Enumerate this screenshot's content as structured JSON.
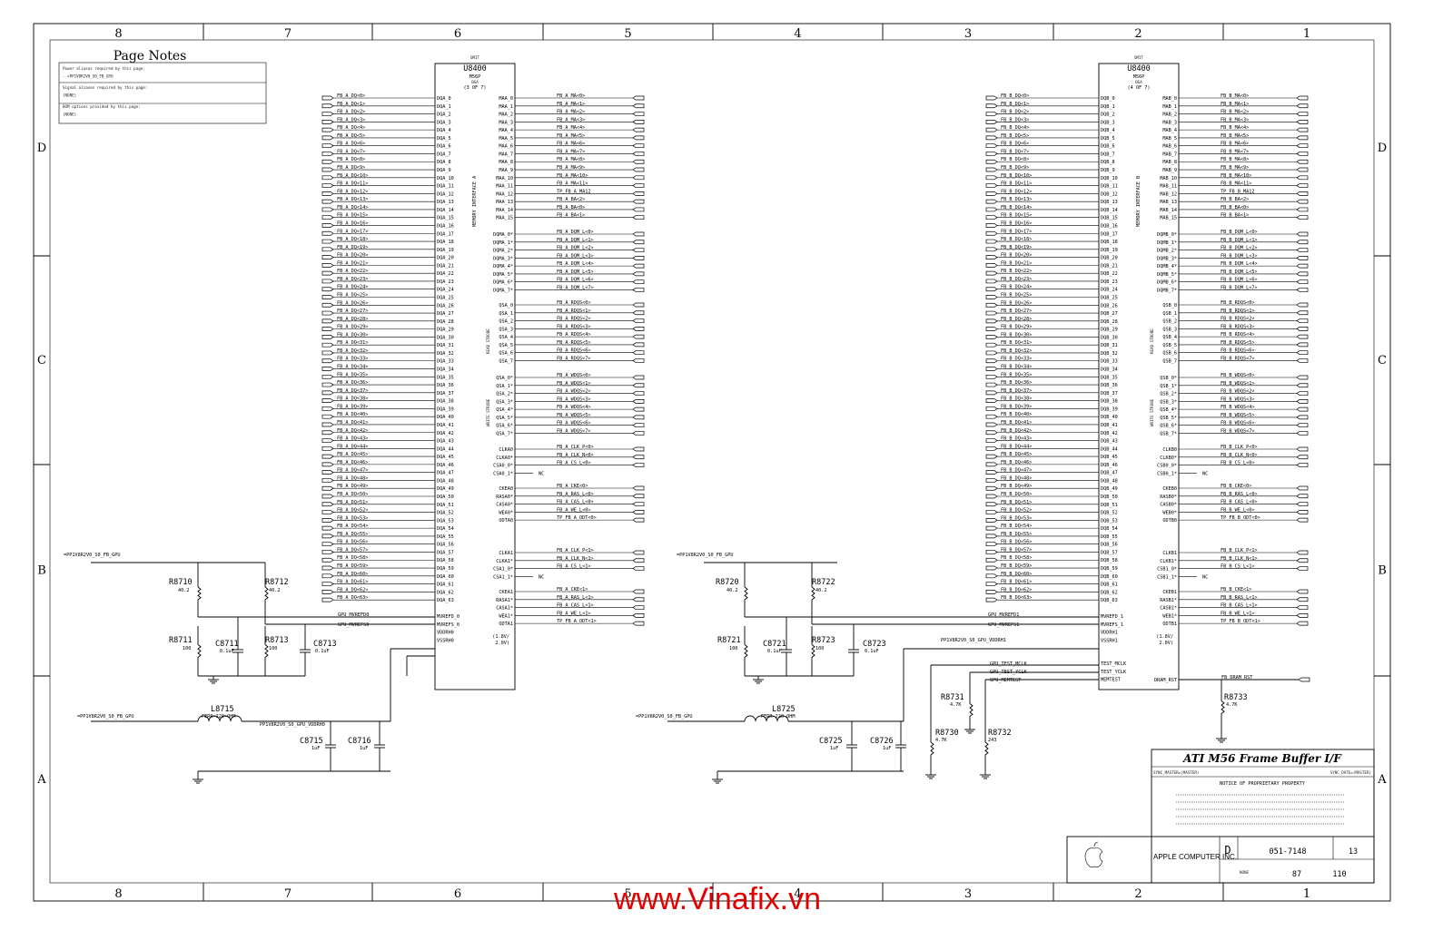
{
  "zones": {
    "columns": [
      "8",
      "7",
      "6",
      "5",
      "4",
      "3",
      "2",
      "1"
    ],
    "rows": [
      "D",
      "C",
      "B",
      "A"
    ]
  },
  "page_notes": {
    "title": "Page Notes",
    "lines": [
      "Power aliases required by this page:",
      "- =PP1V8R2V0_S0_FB_GPU",
      "Signal aliases required by this page:",
      "(NONE)",
      "BOM options provided by this page:",
      "(NONE)"
    ]
  },
  "chip_a": {
    "omit": "OMIT",
    "ref": "U8400",
    "part": "M56P",
    "pkg": "BGA",
    "unit": "(3 OF 7)",
    "side_label": "MEMORY INTERFACE A",
    "read_strobe": "READ STROBE",
    "write_strobe": "WRITE STROBE",
    "dq_pins": [
      "DQA_0",
      "DQA_1",
      "DQA_2",
      "DQA_3",
      "DQA_4",
      "DQA_5",
      "DQA_6",
      "DQA_7",
      "DQA_8",
      "DQA_9",
      "DQA_10",
      "DQA_11",
      "DQA_12",
      "DQA_13",
      "DQA_14",
      "DQA_15",
      "DQA_16",
      "DQA_17",
      "DQA_18",
      "DQA_19",
      "DQA_20",
      "DQA_21",
      "DQA_22",
      "DQA_23",
      "DQA_24",
      "DQA_25",
      "DQA_26",
      "DQA_27",
      "DQA_28",
      "DQA_29",
      "DQA_30",
      "DQA_31",
      "DQA_32",
      "DQA_33",
      "DQA_34",
      "DQA_35",
      "DQA_36",
      "DQA_37",
      "DQA_38",
      "DQA_39",
      "DQA_40",
      "DQA_41",
      "DQA_42",
      "DQA_43",
      "DQA_44",
      "DQA_45",
      "DQA_46",
      "DQA_47",
      "DQA_48",
      "DQA_49",
      "DQA_50",
      "DQA_51",
      "DQA_52",
      "DQA_53",
      "DQA_54",
      "DQA_55",
      "DQA_56",
      "DQA_57",
      "DQA_58",
      "DQA_59",
      "DQA_60",
      "DQA_61",
      "DQA_62",
      "DQA_63"
    ],
    "dq_nets": [
      "FB_A_DQ<0>",
      "FB_A_DQ<1>",
      "FB_A_DQ<2>",
      "FB_A_DQ<3>",
      "FB_A_DQ<4>",
      "FB_A_DQ<5>",
      "FB_A_DQ<6>",
      "FB_A_DQ<7>",
      "FB_A_DQ<8>",
      "FB_A_DQ<9>",
      "FB_A_DQ<10>",
      "FB_A_DQ<11>",
      "FB_A_DQ<12>",
      "FB_A_DQ<13>",
      "FB_A_DQ<14>",
      "FB_A_DQ<15>",
      "FB_A_DQ<16>",
      "FB_A_DQ<17>",
      "FB_A_DQ<18>",
      "FB_A_DQ<19>",
      "FB_A_DQ<20>",
      "FB_A_DQ<21>",
      "FB_A_DQ<22>",
      "FB_A_DQ<23>",
      "FB_A_DQ<24>",
      "FB_A_DQ<25>",
      "FB_A_DQ<26>",
      "FB_A_DQ<27>",
      "FB_A_DQ<28>",
      "FB_A_DQ<29>",
      "FB_A_DQ<30>",
      "FB_A_DQ<31>",
      "FB_A_DQ<32>",
      "FB_A_DQ<33>",
      "FB_A_DQ<34>",
      "FB_A_DQ<35>",
      "FB_A_DQ<36>",
      "FB_A_DQ<37>",
      "FB_A_DQ<38>",
      "FB_A_DQ<39>",
      "FB_A_DQ<40>",
      "FB_A_DQ<41>",
      "FB_A_DQ<42>",
      "FB_A_DQ<43>",
      "FB_A_DQ<44>",
      "FB_A_DQ<45>",
      "FB_A_DQ<46>",
      "FB_A_DQ<47>",
      "FB_A_DQ<48>",
      "FB_A_DQ<49>",
      "FB_A_DQ<50>",
      "FB_A_DQ<51>",
      "FB_A_DQ<52>",
      "FB_A_DQ<53>",
      "FB_A_DQ<54>",
      "FB_A_DQ<55>",
      "FB_A_DQ<56>",
      "FB_A_DQ<57>",
      "FB_A_DQ<58>",
      "FB_A_DQ<59>",
      "FB_A_DQ<60>",
      "FB_A_DQ<61>",
      "FB_A_DQ<62>",
      "FB_A_DQ<63>"
    ],
    "right_groups": [
      {
        "pins": [
          "MAA_0",
          "MAA_1",
          "MAA_2",
          "MAA_3",
          "MAA_4",
          "MAA_5",
          "MAA_6",
          "MAA_7",
          "MAA_8",
          "MAA_9",
          "MAA_10",
          "MAA_11",
          "MAA_12",
          "MAA_13",
          "MAA_14",
          "MAA_15"
        ],
        "nets": [
          "FB_A_MA<0>",
          "FB_A_MA<1>",
          "FB_A_MA<2>",
          "FB_A_MA<3>",
          "FB_A_MA<4>",
          "FB_A_MA<5>",
          "FB_A_MA<6>",
          "FB_A_MA<7>",
          "FB_A_MA<8>",
          "FB_A_MA<9>",
          "FB_A_MA<10>",
          "FB_A_MA<11>",
          "TP_FB_A_MA12",
          "FB_A_BA<2>",
          "FB_A_BA<0>",
          "FB_A_BA<1>"
        ]
      },
      {
        "pins": [
          "DQMA_0*",
          "DQMA_1*",
          "DQMA_2*",
          "DQMA_3*",
          "DQMA_4*",
          "DQMA_5*",
          "DQMA_6*",
          "DQMA_7*"
        ],
        "nets": [
          "FB_A_DQM_L<0>",
          "FB_A_DQM_L<1>",
          "FB_A_DQM_L<2>",
          "FB_A_DQM_L<3>",
          "FB_A_DQM_L<4>",
          "FB_A_DQM_L<5>",
          "FB_A_DQM_L<6>",
          "FB_A_DQM_L<7>"
        ]
      },
      {
        "pins": [
          "QSA_0",
          "QSA_1",
          "QSA_2",
          "QSA_3",
          "QSA_4",
          "QSA_5",
          "QSA_6",
          "QSA_7"
        ],
        "nets": [
          "FB_A_RDQS<0>",
          "FB_A_RDQS<1>",
          "FB_A_RDQS<2>",
          "FB_A_RDQS<3>",
          "FB_A_RDQS<4>",
          "FB_A_RDQS<5>",
          "FB_A_RDQS<6>",
          "FB_A_RDQS<7>"
        ]
      },
      {
        "pins": [
          "QSA_0*",
          "QSA_1*",
          "QSA_2*",
          "QSA_3*",
          "QSA_4*",
          "QSA_5*",
          "QSA_6*",
          "QSA_7*"
        ],
        "nets": [
          "FB_A_WDQS<0>",
          "FB_A_WDQS<1>",
          "FB_A_WDQS<2>",
          "FB_A_WDQS<3>",
          "FB_A_WDQS<4>",
          "FB_A_WDQS<5>",
          "FB_A_WDQS<6>",
          "FB_A_WDQS<7>"
        ]
      },
      {
        "pins": [
          "CLKA0",
          "CLKA0*",
          "CSA0_0*",
          "CSA0_1*"
        ],
        "nets": [
          "FB_A_CLK_P<0>",
          "FB_A_CLK_N<0>",
          "FB_A_CS_L<0>",
          "NC"
        ]
      },
      {
        "pins": [
          "CKEA0",
          "RASA0*",
          "CASA0*",
          "WEA0*",
          "ODTA0"
        ],
        "nets": [
          "FB_A_CKE<0>",
          "FB_A_RAS_L<0>",
          "FB_A_CAS_L<0>",
          "FB_A_WE_L<0>",
          "TP_FB_A_ODT<0>"
        ]
      },
      {
        "pins": [
          "CLKA1",
          "CLKA1*",
          "CSA1_0*",
          "CSA1_1*"
        ],
        "nets": [
          "FB_A_CLK_P<1>",
          "FB_A_CLK_N<1>",
          "FB_A_CS_L<1>",
          "NC"
        ]
      },
      {
        "pins": [
          "CKEA1",
          "RASA1*",
          "CASA1*",
          "WEA1*",
          "ODTA1"
        ],
        "nets": [
          "FB_A_CKE<1>",
          "FB_A_RAS_L<1>",
          "FB_A_CAS_L<1>",
          "FB_A_WE_L<1>",
          "TP_FB_A_ODT<1>"
        ]
      }
    ],
    "bottom_pins": [
      "MVREFD_0",
      "MVREFS_0",
      "VDDRH0",
      "VSSRH0"
    ],
    "bottom_nets": [
      "GPU_MVREFD0",
      "GPU_MVREFS0"
    ],
    "vdd_note": "(1.8V/ 2.0V)"
  },
  "chip_b": {
    "omit": "OMIT",
    "ref": "U8400",
    "part": "M56P",
    "pkg": "BGA",
    "unit": "(4 OF 7)",
    "side_label": "MEMORY INTERFACE B",
    "read_strobe": "READ STROBE",
    "write_strobe": "WRITE STROBE",
    "dq_pins": [
      "DQB_0",
      "DQB_1",
      "DQB_2",
      "DQB_3",
      "DQB_4",
      "DQB_5",
      "DQB_6",
      "DQB_7",
      "DQB_8",
      "DQB_9",
      "DQB_10",
      "DQB_11",
      "DQB_12",
      "DQB_13",
      "DQB_14",
      "DQB_15",
      "DQB_16",
      "DQB_17",
      "DQB_18",
      "DQB_19",
      "DQB_20",
      "DQB_21",
      "DQB_22",
      "DQB_23",
      "DQB_24",
      "DQB_25",
      "DQB_26",
      "DQB_27",
      "DQB_28",
      "DQB_29",
      "DQB_30",
      "DQB_31",
      "DQB_32",
      "DQB_33",
      "DQB_34",
      "DQB_35",
      "DQB_36",
      "DQB_37",
      "DQB_38",
      "DQB_39",
      "DQB_40",
      "DQB_41",
      "DQB_42",
      "DQB_43",
      "DQB_44",
      "DQB_45",
      "DQB_46",
      "DQB_47",
      "DQB_48",
      "DQB_49",
      "DQB_50",
      "DQB_51",
      "DQB_52",
      "DQB_53",
      "DQB_54",
      "DQB_55",
      "DQB_56",
      "DQB_57",
      "DQB_58",
      "DQB_59",
      "DQB_60",
      "DQB_61",
      "DQB_62",
      "DQB_63"
    ],
    "dq_nets": [
      "FB_B_DQ<0>",
      "FB_B_DQ<1>",
      "FB_B_DQ<2>",
      "FB_B_DQ<3>",
      "FB_B_DQ<4>",
      "FB_B_DQ<5>",
      "FB_B_DQ<6>",
      "FB_B_DQ<7>",
      "FB_B_DQ<8>",
      "FB_B_DQ<9>",
      "FB_B_DQ<10>",
      "FB_B_DQ<11>",
      "FB_B_DQ<12>",
      "FB_B_DQ<13>",
      "FB_B_DQ<14>",
      "FB_B_DQ<15>",
      "FB_B_DQ<16>",
      "FB_B_DQ<17>",
      "FB_B_DQ<18>",
      "FB_B_DQ<19>",
      "FB_B_DQ<20>",
      "FB_B_DQ<21>",
      "FB_B_DQ<22>",
      "FB_B_DQ<23>",
      "FB_B_DQ<24>",
      "FB_B_DQ<25>",
      "FB_B_DQ<26>",
      "FB_B_DQ<27>",
      "FB_B_DQ<28>",
      "FB_B_DQ<29>",
      "FB_B_DQ<30>",
      "FB_B_DQ<31>",
      "FB_B_DQ<32>",
      "FB_B_DQ<33>",
      "FB_B_DQ<34>",
      "FB_B_DQ<35>",
      "FB_B_DQ<36>",
      "FB_B_DQ<37>",
      "FB_B_DQ<38>",
      "FB_B_DQ<39>",
      "FB_B_DQ<40>",
      "FB_B_DQ<41>",
      "FB_B_DQ<42>",
      "FB_B_DQ<43>",
      "FB_B_DQ<44>",
      "FB_B_DQ<45>",
      "FB_B_DQ<46>",
      "FB_B_DQ<47>",
      "FB_B_DQ<48>",
      "FB_B_DQ<49>",
      "FB_B_DQ<50>",
      "FB_B_DQ<51>",
      "FB_B_DQ<52>",
      "FB_B_DQ<53>",
      "FB_B_DQ<54>",
      "FB_B_DQ<55>",
      "FB_B_DQ<56>",
      "FB_B_DQ<57>",
      "FB_B_DQ<58>",
      "FB_B_DQ<59>",
      "FB_B_DQ<60>",
      "FB_B_DQ<61>",
      "FB_B_DQ<62>",
      "FB_B_DQ<63>"
    ],
    "right_groups": [
      {
        "pins": [
          "MAB_0",
          "MAB_1",
          "MAB_2",
          "MAB_3",
          "MAB_4",
          "MAB_5",
          "MAB_6",
          "MAB_7",
          "MAB_8",
          "MAB_9",
          "MAB_10",
          "MAB_11",
          "MAB_12",
          "MAB_13",
          "MAB_14",
          "MAB_15"
        ],
        "nets": [
          "FB_B_MA<0>",
          "FB_B_MA<1>",
          "FB_B_MA<2>",
          "FB_B_MA<3>",
          "FB_B_MA<4>",
          "FB_B_MA<5>",
          "FB_B_MA<6>",
          "FB_B_MA<7>",
          "FB_B_MA<8>",
          "FB_B_MA<9>",
          "FB_B_MA<10>",
          "FB_B_MA<11>",
          "TP_FB_B_MA12",
          "FB_B_BA<2>",
          "FB_B_BA<0>",
          "FB_B_BA<1>"
        ]
      },
      {
        "pins": [
          "DQMB_0*",
          "DQMB_1*",
          "DQMB_2*",
          "DQMB_3*",
          "DQMB_4*",
          "DQMB_5*",
          "DQMB_6*",
          "DQMB_7*"
        ],
        "nets": [
          "FB_B_DQM_L<0>",
          "FB_B_DQM_L<1>",
          "FB_B_DQM_L<2>",
          "FB_B_DQM_L<3>",
          "FB_B_DQM_L<4>",
          "FB_B_DQM_L<5>",
          "FB_B_DQM_L<6>",
          "FB_B_DQM_L<7>"
        ]
      },
      {
        "pins": [
          "QSB_0",
          "QSB_1",
          "QSB_2",
          "QSB_3",
          "QSB_4",
          "QSB_5",
          "QSB_6",
          "QSB_7"
        ],
        "nets": [
          "FB_B_RDQS<0>",
          "FB_B_RDQS<1>",
          "FB_B_RDQS<2>",
          "FB_B_RDQS<3>",
          "FB_B_RDQS<4>",
          "FB_B_RDQS<5>",
          "FB_B_RDQS<6>",
          "FB_B_RDQS<7>"
        ]
      },
      {
        "pins": [
          "QSB_0*",
          "QSB_1*",
          "QSB_2*",
          "QSB_3*",
          "QSB_4*",
          "QSB_5*",
          "QSB_6*",
          "QSB_7*"
        ],
        "nets": [
          "FB_B_WDQS<0>",
          "FB_B_WDQS<1>",
          "FB_B_WDQS<2>",
          "FB_B_WDQS<3>",
          "FB_B_WDQS<4>",
          "FB_B_WDQS<5>",
          "FB_B_WDQS<6>",
          "FB_B_WDQS<7>"
        ]
      },
      {
        "pins": [
          "CLKB0",
          "CLKB0*",
          "CSB0_0*",
          "CSB0_1*"
        ],
        "nets": [
          "FB_B_CLK_P<0>",
          "FB_B_CLK_N<0>",
          "FB_B_CS_L<0>",
          "NC"
        ]
      },
      {
        "pins": [
          "CKEB0",
          "RASB0*",
          "CASB0*",
          "WEB0*",
          "ODTB0"
        ],
        "nets": [
          "FB_B_CKE<0>",
          "FB_B_RAS_L<0>",
          "FB_B_CAS_L<0>",
          "FB_B_WE_L<0>",
          "TP_FB_B_ODT<0>"
        ]
      },
      {
        "pins": [
          "CLKB1",
          "CLKB1*",
          "CSB1_0*",
          "CSB1_1*"
        ],
        "nets": [
          "FB_B_CLK_P<1>",
          "FB_B_CLK_N<1>",
          "FB_B_CS_L<1>",
          "NC"
        ]
      },
      {
        "pins": [
          "CKEB1",
          "RASB1*",
          "CASB1*",
          "WEB1*",
          "ODTB1"
        ],
        "nets": [
          "FB_B_CKE<1>",
          "FB_B_RAS_L<1>",
          "FB_B_CAS_L<1>",
          "FB_B_WE_L<1>",
          "TP_FB_B_ODT<1>"
        ]
      }
    ],
    "bottom_pins": [
      "MVREFD_1",
      "MVREFS_1",
      "VDDRH1",
      "VSSRH1",
      "TEST_MCLK",
      "TEST_YCLK",
      "MEMTEST"
    ],
    "bottom_nets": [
      "GPU_MVREFD1",
      "GPU_MVREFS1",
      "PP1V8R2V0_S0_GPU_VDDRH1",
      "GPU_TEST_MCLK",
      "GPU_TEST_YCLK",
      "GPU_MEMTEST"
    ],
    "vdd_note": "(1.8V/ 2.0V)",
    "dram_rst_pin": "DRAM_RST",
    "dram_rst_net": "FB_DRAM_RST"
  },
  "power_net": "=PP1V8R2V0_S0_FB_GPU",
  "left_passives": {
    "r1": {
      "ref": "R8710",
      "val": "40.2"
    },
    "r2": {
      "ref": "R8712",
      "val": "40.2"
    },
    "r3": {
      "ref": "R8711",
      "val": "100"
    },
    "r4": {
      "ref": "R8713",
      "val": "100"
    },
    "c1": {
      "ref": "C8711",
      "val": "0.1uF"
    },
    "c2": {
      "ref": "C8713",
      "val": "0.1uF"
    },
    "l1": {
      "ref": "L8715",
      "val": "FERR-220-OHM"
    },
    "c3": {
      "ref": "C8715",
      "val": "1uF"
    },
    "c4": {
      "ref": "C8716",
      "val": "1uF"
    },
    "vddnet": "PP1V8R2V0_S0_GPU_VDDRH0"
  },
  "right_passives": {
    "r1": {
      "ref": "R8720",
      "val": "40.2"
    },
    "r2": {
      "ref": "R8722",
      "val": "40.2"
    },
    "r3": {
      "ref": "R8721",
      "val": "100"
    },
    "r4": {
      "ref": "R8723",
      "val": "100"
    },
    "c1": {
      "ref": "C8721",
      "val": "0.1uF"
    },
    "c2": {
      "ref": "C8723",
      "val": "0.1uF"
    },
    "l1": {
      "ref": "L8725",
      "val": "FERR-220-OHM"
    },
    "c3": {
      "ref": "C8725",
      "val": "1uF"
    },
    "c4": {
      "ref": "C8726",
      "val": "1uF"
    },
    "r5": {
      "ref": "R8731",
      "val": "4.7K"
    },
    "r6": {
      "ref": "R8730",
      "val": "4.7K"
    },
    "r7": {
      "ref": "R8732",
      "val": "243"
    },
    "r8": {
      "ref": "R8733",
      "val": "4.7K"
    }
  },
  "title_block": {
    "title": "ATI M56 Frame Buffer I/F",
    "sync_master": "SYNC_MASTER=(MASTER)",
    "sync_date": "SYNC_DATE=(MASTER)",
    "notice": "NOTICE OF PROPRIETARY PROPERTY",
    "company": "APPLE COMPUTER INC.",
    "size": "D",
    "drawing_number": "051-7148",
    "rev": "13",
    "scale": "NONE",
    "sht": "87",
    "of": "110"
  },
  "watermark": "www.Vinafix.vn"
}
